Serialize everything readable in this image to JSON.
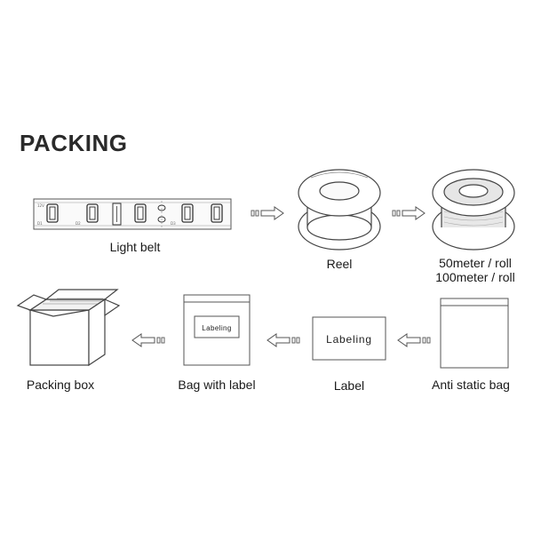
{
  "title": "PACKING",
  "steps": {
    "light_belt": "Light belt",
    "reel": "Reel",
    "reel_full_line1": "50meter / roll",
    "reel_full_line2": "100meter / roll",
    "anti_static_bag": "Anti static bag",
    "label": "Label",
    "bag_with_label": "Bag with label",
    "packing_box": "Packing box"
  },
  "label_text": "Labeling",
  "bag_label_text": "Labeling"
}
